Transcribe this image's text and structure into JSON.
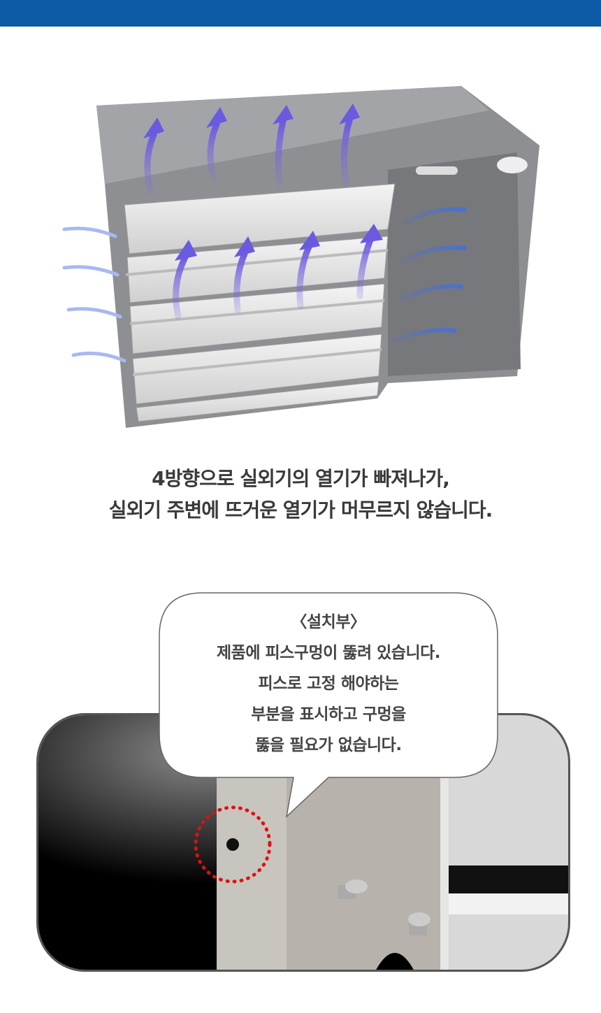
{
  "theme": {
    "topbar_color": "#0d5aa7",
    "arrow_color": "#7b6fe0",
    "marker_color": "#e01010"
  },
  "headline": {
    "line1": "4방향으로 실외기의 열기가 빠져나가,",
    "line2": "실외기 주변에 뜨거운 열기가 머무르지 않습니다."
  },
  "callout": {
    "title": "〈설치부〉",
    "lines": [
      "제품에  피스구멍이 뚫려 있습니다.",
      "피스로 고정 해야하는",
      "부분을 표시하고 구멍을",
      "뚫을 필요가 없습니다."
    ]
  }
}
